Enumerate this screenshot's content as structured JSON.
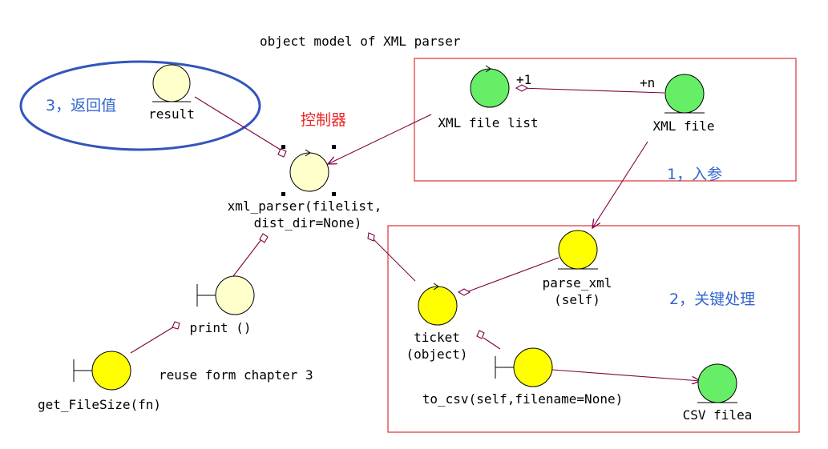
{
  "title": "object model of XML parser",
  "colors": {
    "node_yellow": "#ffff00",
    "node_pale": "#ffffcc",
    "node_green": "#66ee66",
    "association": "#800040",
    "frame_red": "#dd3333",
    "note_blue": "#3366cc",
    "note_red": "#ee2222"
  },
  "nodes": {
    "result": {
      "label": "result",
      "icon": "entity-icon"
    },
    "xml_parser": {
      "label_line1": "xml_parser(filelist,",
      "label_line2": "dist_dir=None)",
      "icon": "control-icon"
    },
    "xml_file_list": {
      "label": "XML file list",
      "icon": "control-icon"
    },
    "xml_file": {
      "label": "XML file",
      "icon": "entity-icon"
    },
    "print": {
      "label": "print ()",
      "icon": "boundary-icon"
    },
    "get_filesize": {
      "label": "get_FileSize(fn)",
      "icon": "boundary-icon"
    },
    "parse_xml": {
      "label_line1": "parse_xml",
      "label_line2": "(self)",
      "icon": "entity-icon"
    },
    "ticket": {
      "label_line1": "ticket",
      "label_line2": "(object)",
      "icon": "control-icon"
    },
    "to_csv": {
      "label": "to_csv(self,filename=None)",
      "icon": "boundary-icon"
    },
    "csv_file": {
      "label": "CSV filea",
      "icon": "entity-icon"
    }
  },
  "multiplicities": {
    "file_list_end": "+1",
    "file_end": "+n"
  },
  "notes": {
    "controller": "控制器",
    "return_value": "3，返回值",
    "input_params": "1，入参",
    "key_processing": "2，关键处理",
    "reuse": "reuse form chapter 3"
  }
}
